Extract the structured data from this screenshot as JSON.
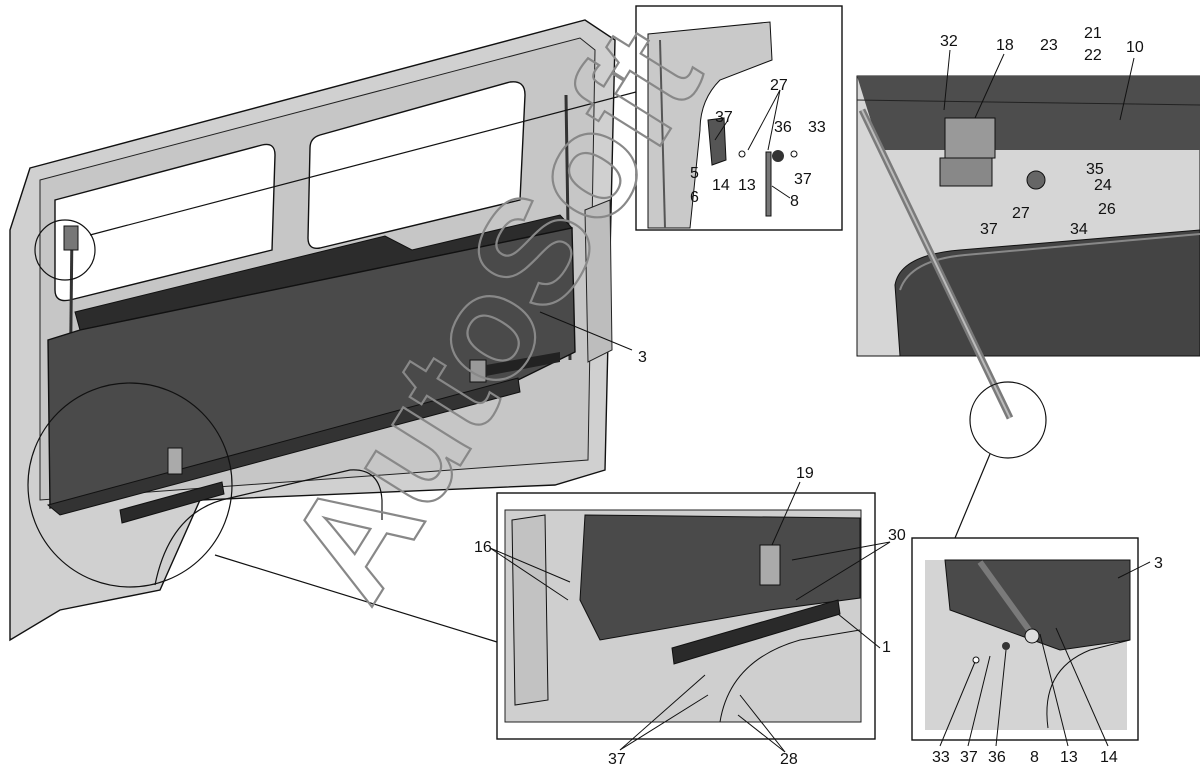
{
  "watermark": "AutoSoft",
  "colors": {
    "panel": "#4a4a4a",
    "panel_dark": "#3a3a3a",
    "body_light": "#d2d2d2",
    "body_mid": "#b9b9b9",
    "line": "#111111"
  },
  "callouts": {
    "c1": "1",
    "c3a": "3",
    "c3b": "3",
    "c5": "5",
    "c6": "6",
    "c8a": "8",
    "c8b": "8",
    "c10": "10",
    "c13a": "13",
    "c13b": "13",
    "c14a": "14",
    "c14b": "14",
    "c16": "16",
    "c18": "18",
    "c19": "19",
    "c21": "21",
    "c22": "22",
    "c23": "23",
    "c24": "24",
    "c26": "26",
    "c27a": "27",
    "c27b": "27",
    "c28": "28",
    "c30": "30",
    "c32": "32",
    "c33a": "33",
    "c33b": "33",
    "c34": "34",
    "c35": "35",
    "c36a": "36",
    "c36b": "36",
    "c37a": "37",
    "c37b": "37",
    "c37c": "37",
    "c37d": "37",
    "c37e": "37"
  }
}
